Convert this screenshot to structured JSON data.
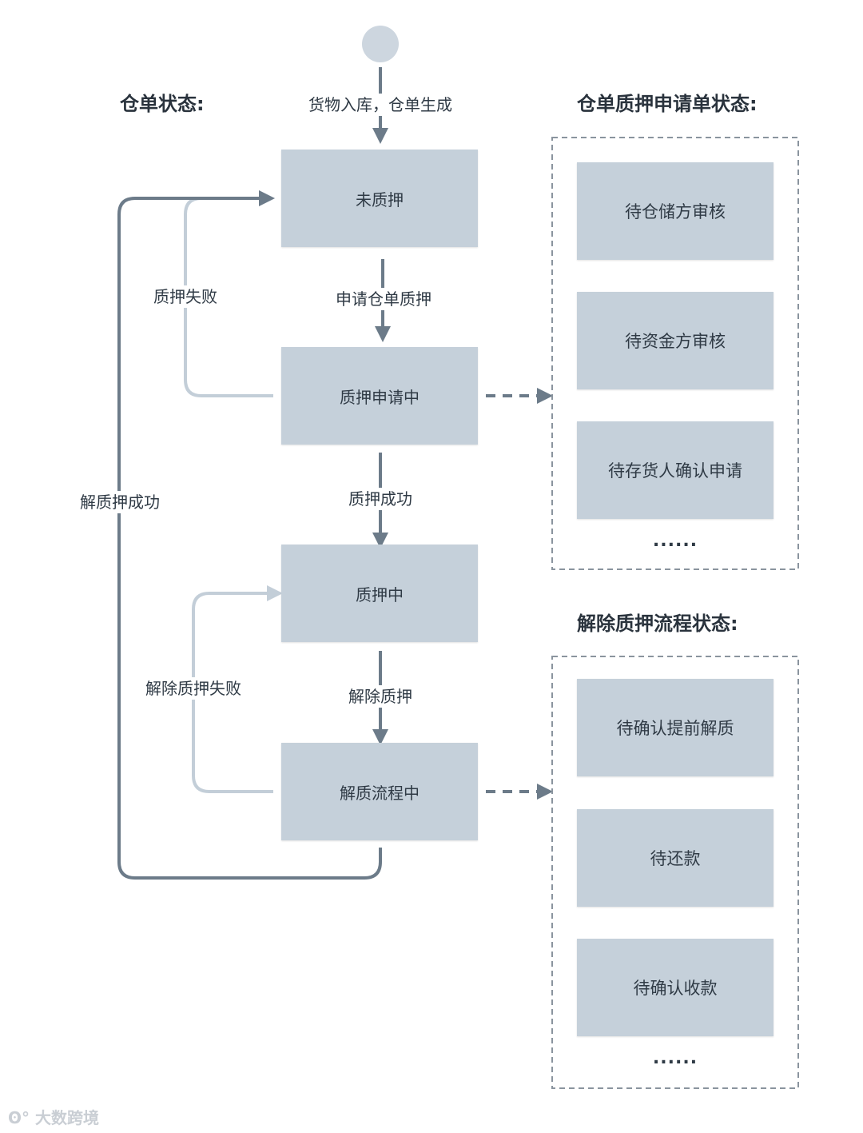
{
  "titles": {
    "warehouse_state": "仓单状态:",
    "pledge_application_state": "仓单质押申请单状态:",
    "release_process_state": "解除质押流程状态:"
  },
  "main_states": [
    "未质押",
    "质押申请中",
    "质押中",
    "解质流程中"
  ],
  "transitions": {
    "entry": "货物入库，仓单生成",
    "apply_pledge": "申请仓单质押",
    "pledge_success": "质押成功",
    "release_pledge": "解除质押",
    "pledge_fail": "质押失败",
    "release_fail": "解除质押失败",
    "release_success": "解质押成功"
  },
  "application_substates": [
    "待仓储方审核",
    "待资金方审核",
    "待存货人确认申请"
  ],
  "release_substates": [
    "待确认提前解质",
    "待还款",
    "待确认收款"
  ],
  "ellipsis": "......",
  "watermark": "大数跨境",
  "colors": {
    "box_fill": "#c5d0da",
    "dark_line": "#6c7b89",
    "light_line": "#c3ced8",
    "dash_border": "#8a949e"
  }
}
